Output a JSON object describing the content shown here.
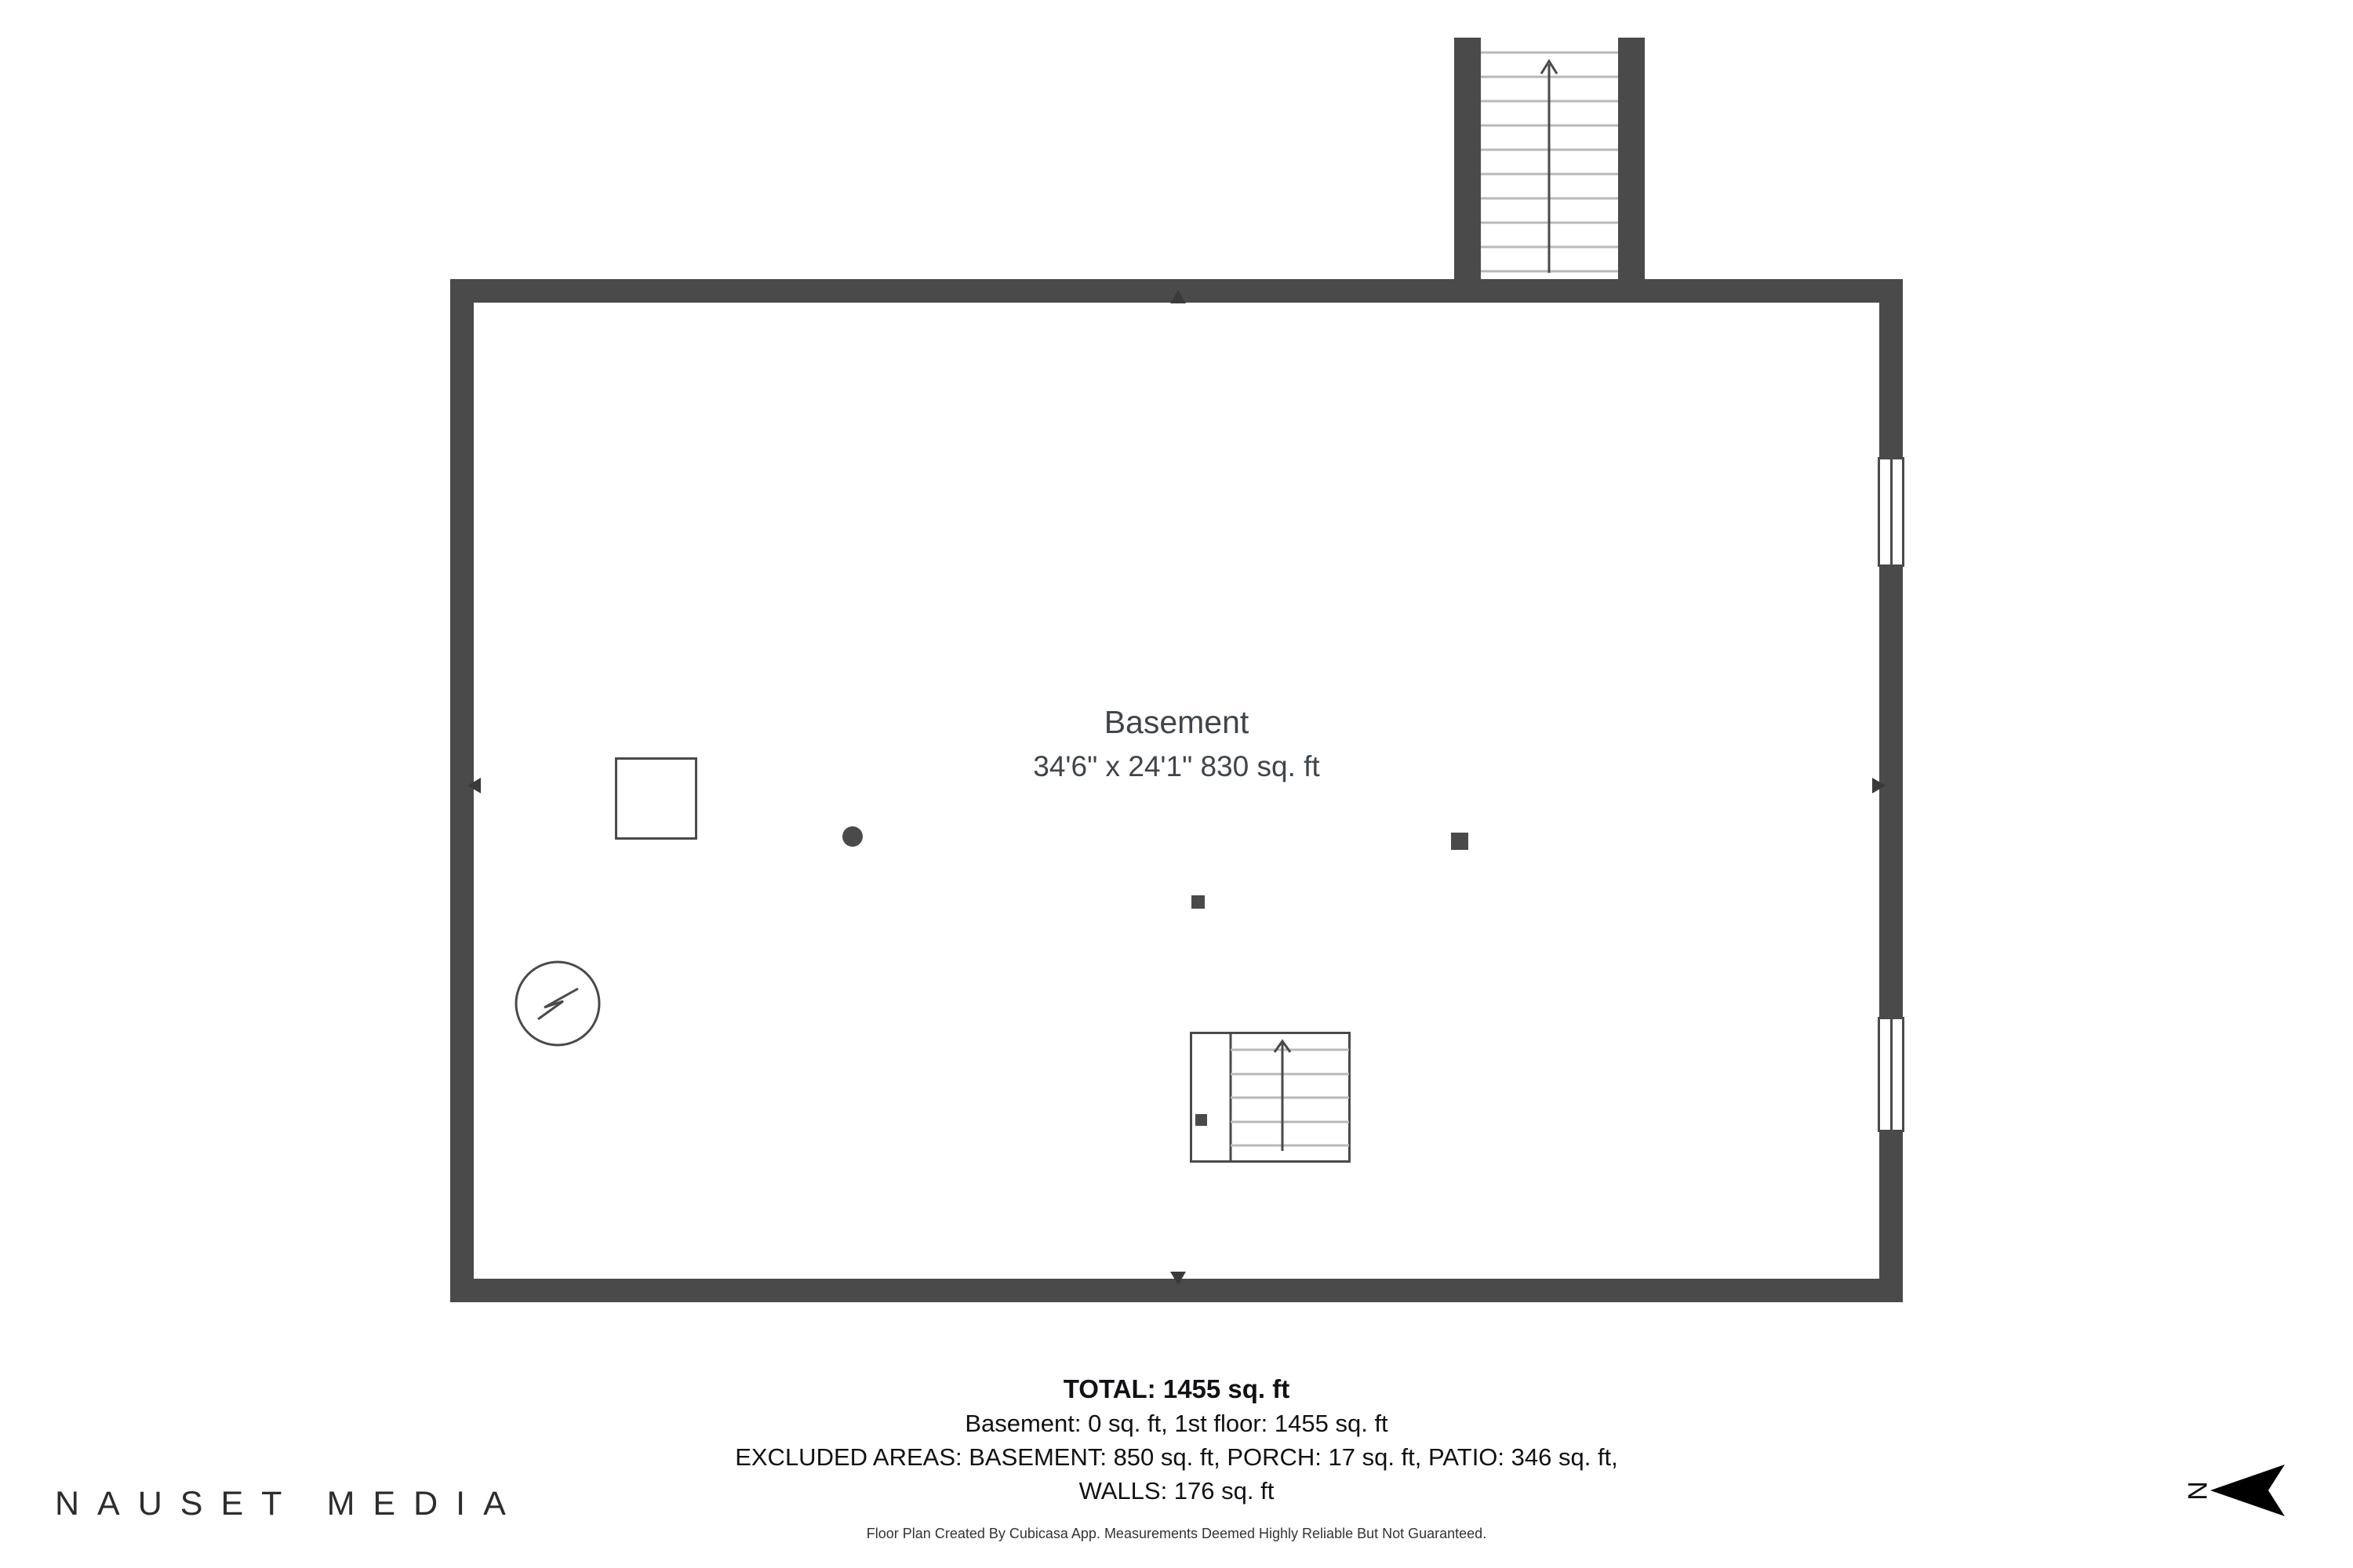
{
  "plan": {
    "room": {
      "name": "Basement",
      "dimensions": "34'6\" x 24'1\" 830 sq. ft"
    }
  },
  "summary": {
    "total": "TOTAL: 1455 sq. ft",
    "floors": "Basement: 0 sq. ft, 1st floor: 1455 sq. ft",
    "excluded_line1": "EXCLUDED AREAS: BASEMENT: 850 sq. ft, PORCH: 17 sq. ft, PATIO: 346 sq. ft,",
    "excluded_line2": "WALLS: 176 sq. ft",
    "disclaimer": "Floor Plan Created By Cubicasa App. Measurements Deemed Highly Reliable But Not Guaranteed."
  },
  "brand": {
    "name": "NAUSET MEDIA"
  },
  "compass": {
    "label": "N"
  },
  "icons": {
    "electrical": "electrical-symbol-icon",
    "stairs_top": "stairs-up-icon",
    "stairs_interior": "stairs-up-icon",
    "north_arrow": "north-arrow-icon"
  },
  "colors": {
    "wall": "#4a4a4a",
    "stair_tread": "#b8b8b8",
    "room_label_text": "#40454b",
    "summary_text": "#101114",
    "north_arrow": "#000000"
  }
}
